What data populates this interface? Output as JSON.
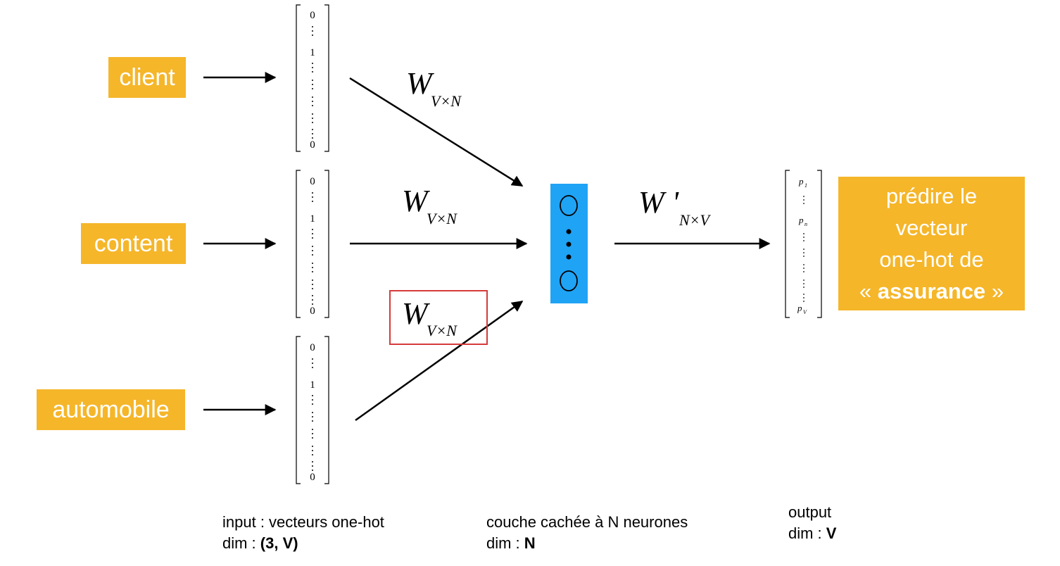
{
  "words": [
    "client",
    "content",
    "automobile"
  ],
  "input_vector_entries": [
    "0",
    "1",
    "0"
  ],
  "weight_label": {
    "main": "W",
    "sub": "V×N"
  },
  "output_weight_label": {
    "main": "W '",
    "sub": "N×V"
  },
  "output_vector": {
    "first": "p",
    "first_sub": "1",
    "mid": "p",
    "mid_sub": "n",
    "last": "p",
    "last_sub": "V"
  },
  "prediction": {
    "line1": "prédire le",
    "line2": "vecteur",
    "line3": "one-hot de",
    "open_quote": "«",
    "word": "assurance",
    "close_quote": "»"
  },
  "captions": {
    "input": {
      "line1": "input : vecteurs one-hot",
      "dim_label": "dim : ",
      "dim_value": "(3, V)"
    },
    "hidden": {
      "line1": "couche cachée à N neurones",
      "dim_label": "dim : ",
      "dim_value": "N"
    },
    "output": {
      "line1": "output",
      "dim_label": "dim : ",
      "dim_value": "V"
    }
  },
  "colors": {
    "word_box": "#f5b62a",
    "hidden_layer": "#1fa3f5",
    "highlight": "#d63a3a"
  }
}
